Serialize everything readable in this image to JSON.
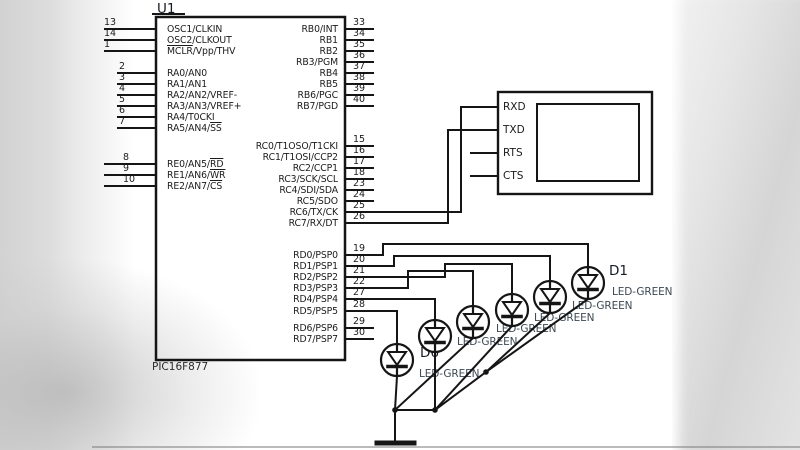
{
  "chip": {
    "ref": "U1",
    "part": "PIC16F877",
    "left_pins": [
      {
        "num": "13",
        "pre": "OSC1/CLKIN",
        "bar": "",
        "post": ""
      },
      {
        "num": "14",
        "pre": "OSC2/CLKOUT",
        "bar": "",
        "post": ""
      },
      {
        "num": "1",
        "pre": "",
        "bar": "MCLR",
        "post": "/Vpp/THV"
      },
      {
        "num": "2",
        "pre": "RA0/AN0",
        "bar": "",
        "post": ""
      },
      {
        "num": "3",
        "pre": "RA1/AN1",
        "bar": "",
        "post": ""
      },
      {
        "num": "4",
        "pre": "RA2/AN2/VREF-",
        "bar": "",
        "post": ""
      },
      {
        "num": "5",
        "pre": "RA3/AN3/VREF+",
        "bar": "",
        "post": ""
      },
      {
        "num": "6",
        "pre": "RA4/T0CKI",
        "bar": "",
        "post": ""
      },
      {
        "num": "7",
        "pre": "RA5/AN4/",
        "bar": "SS",
        "post": ""
      },
      {
        "num": "8",
        "pre": "RE0/AN5/",
        "bar": "RD",
        "post": ""
      },
      {
        "num": "9",
        "pre": "RE1/AN6/",
        "bar": "WR",
        "post": ""
      },
      {
        "num": "10",
        "pre": "RE2/AN7/",
        "bar": "CS",
        "post": ""
      }
    ],
    "right_pins": [
      {
        "num": "33",
        "label": "RB0/INT"
      },
      {
        "num": "34",
        "label": "RB1"
      },
      {
        "num": "35",
        "label": "RB2"
      },
      {
        "num": "36",
        "label": "RB3/PGM"
      },
      {
        "num": "37",
        "label": "RB4"
      },
      {
        "num": "38",
        "label": "RB5"
      },
      {
        "num": "39",
        "label": "RB6/PGC"
      },
      {
        "num": "40",
        "label": "RB7/PGD"
      },
      {
        "num": "15",
        "label": "RC0/T1OSO/T1CKI"
      },
      {
        "num": "16",
        "label": "RC1/T1OSI/CCP2"
      },
      {
        "num": "17",
        "label": "RC2/CCP1"
      },
      {
        "num": "18",
        "label": "RC3/SCK/SCL"
      },
      {
        "num": "23",
        "label": "RC4/SDI/SDA"
      },
      {
        "num": "24",
        "label": "RC5/SDO"
      },
      {
        "num": "25",
        "label": "RC6/TX/CK"
      },
      {
        "num": "26",
        "label": "RC7/RX/DT"
      },
      {
        "num": "19",
        "label": "RD0/PSP0"
      },
      {
        "num": "20",
        "label": "RD1/PSP1"
      },
      {
        "num": "21",
        "label": "RD2/PSP2"
      },
      {
        "num": "22",
        "label": "RD3/PSP3"
      },
      {
        "num": "27",
        "label": "RD4/PSP4"
      },
      {
        "num": "28",
        "label": "RD5/PSP5"
      },
      {
        "num": "29",
        "label": "RD6/PSP6"
      },
      {
        "num": "30",
        "label": "RD7/PSP7"
      }
    ]
  },
  "serial_connector": {
    "pins": [
      "RXD",
      "TXD",
      "RTS",
      "CTS"
    ]
  },
  "leds": {
    "count": 6,
    "type_label": "LED-GREEN",
    "first_designator": "D1",
    "last_designator": "D6"
  },
  "colors": {
    "wire": "#151515",
    "text": "#1b1b1b",
    "led_label_text": "#3d4954",
    "edge_gray": "#d2d2d2"
  }
}
